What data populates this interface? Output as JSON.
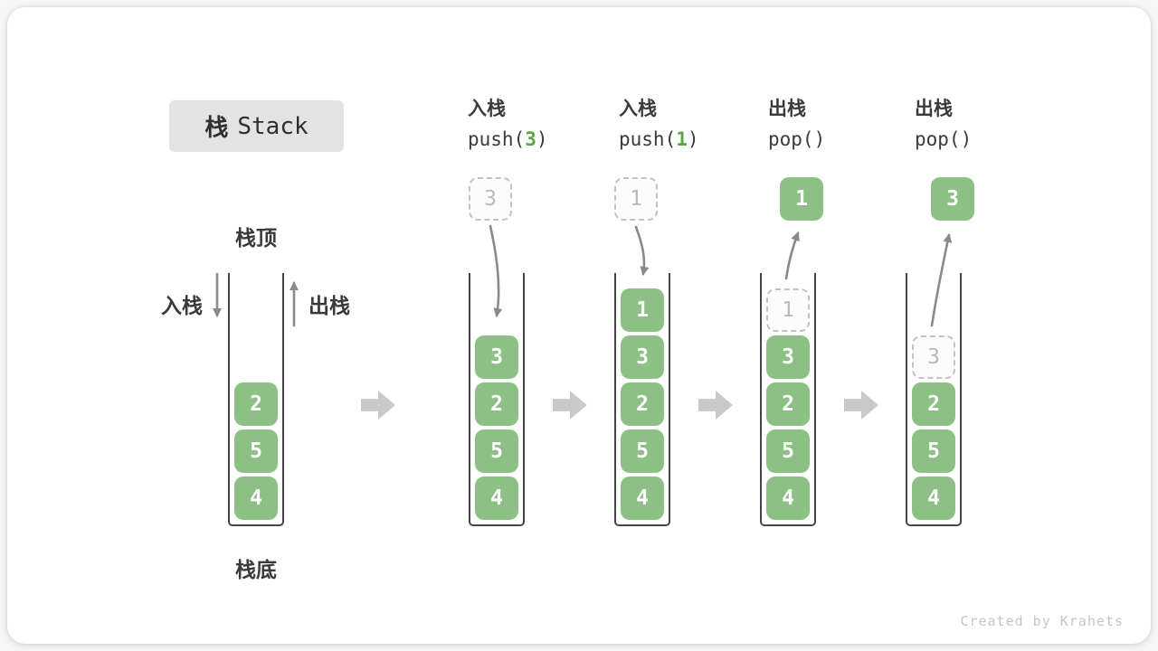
{
  "title": {
    "zh": "栈",
    "en": "Stack"
  },
  "annotations": {
    "stack_top": "栈顶",
    "stack_bottom": "栈底",
    "push_side": "入栈",
    "pop_side": "出栈"
  },
  "operations": [
    {
      "label": "入栈",
      "code_prefix": "push(",
      "code_arg": "3",
      "code_suffix": ")"
    },
    {
      "label": "入栈",
      "code_prefix": "push(",
      "code_arg": "1",
      "code_suffix": ")"
    },
    {
      "label": "出栈",
      "code_prefix": "pop(",
      "code_arg": "",
      "code_suffix": ")"
    },
    {
      "label": "出栈",
      "code_prefix": "pop(",
      "code_arg": "",
      "code_suffix": ")"
    }
  ],
  "floating_values": {
    "push_3": "3",
    "push_1": "1",
    "pop_1": "1",
    "pop_3": "3"
  },
  "stacks": [
    {
      "blocks": [
        "2",
        "5",
        "4"
      ]
    },
    {
      "blocks": [
        "3",
        "2",
        "5",
        "4"
      ]
    },
    {
      "blocks": [
        "1",
        "3",
        "2",
        "5",
        "4"
      ]
    },
    {
      "ghost": "1",
      "blocks": [
        "3",
        "2",
        "5",
        "4"
      ]
    },
    {
      "ghost": "3",
      "blocks": [
        "2",
        "5",
        "4"
      ]
    }
  ],
  "watermark": "Created by Krahets",
  "colors": {
    "block_green": "#8cc084",
    "code_arg_green": "#5fa348",
    "curved_arrow_gray": "#8a8a8a",
    "block_arrow_gray": "#c9c9c9",
    "title_box_gray": "#e3e3e3",
    "ghost_border_gray": "#c3c3c3"
  }
}
